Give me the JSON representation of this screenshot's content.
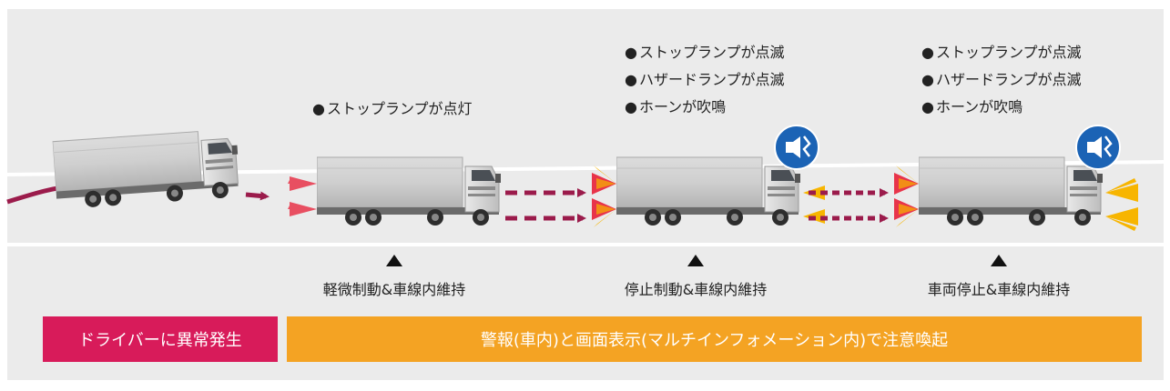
{
  "stages": [
    {
      "bullets": [
        "ストップランプが点灯"
      ],
      "label": "軽微制動&車線内維持"
    },
    {
      "bullets": [
        "ストップランプが点滅",
        "ハザードランプが点滅",
        "ホーンが吹鳴"
      ],
      "label": "停止制動&車線内維持"
    },
    {
      "bullets": [
        "ストップランプが点滅",
        "ハザードランプが点滅",
        "ホーンが吹鳴"
      ],
      "label": "車両停止&車線内維持"
    }
  ],
  "bullet_symbol": "●",
  "banners": {
    "left": "ドライバーに異常発生",
    "right": "警報(車内)と画面表示(マルチインフォメーション内)で注意喚起"
  },
  "colors": {
    "background": "#ebebeb",
    "road_line": "#ffffff",
    "arrow": "#9b1b4b",
    "stop_light": "#e8344a",
    "hazard_light": "#f7b500",
    "banner_left": "#d81b5a",
    "banner_right": "#f4a323",
    "horn_badge": "#1b63b5"
  },
  "icons": [
    "horn-icon",
    "horn-icon",
    "triangle-marker",
    "triangle-marker",
    "triangle-marker"
  ]
}
